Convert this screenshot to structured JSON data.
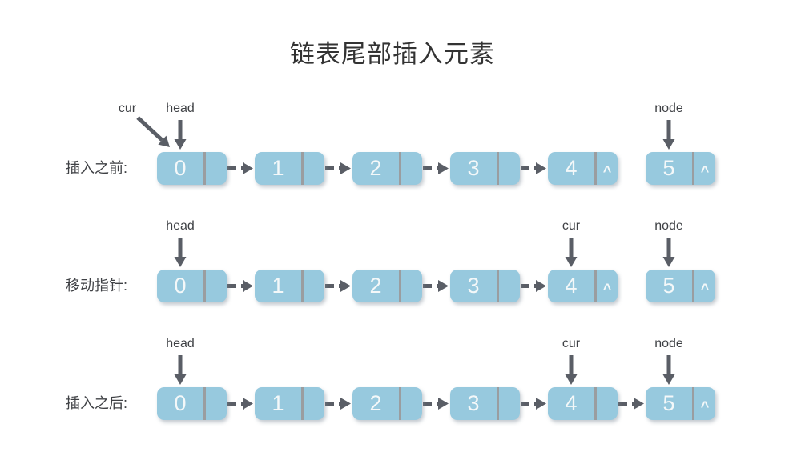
{
  "title": "链表尾部插入元素",
  "null_symbol": "^",
  "colors": {
    "node_fill": "#97c9de",
    "node_text": "#f4f8f9",
    "divider": "#9a9da0",
    "arrow": "#5a5e66",
    "label_text": "#3f4145",
    "title_text": "#333333"
  },
  "rows": [
    {
      "label": "插入之前:",
      "nodes": [
        {
          "value": "0",
          "pointer": "arrow"
        },
        {
          "value": "1",
          "pointer": "arrow"
        },
        {
          "value": "2",
          "pointer": "arrow"
        },
        {
          "value": "3",
          "pointer": "arrow"
        },
        {
          "value": "4",
          "pointer": "null"
        },
        {
          "value": "5",
          "pointer": "null"
        }
      ],
      "annotations": [
        {
          "text": "cur",
          "target": 0,
          "style": "diagonal"
        },
        {
          "text": "head",
          "target": 0,
          "style": "vertical"
        },
        {
          "text": "node",
          "target": 5,
          "style": "vertical"
        }
      ]
    },
    {
      "label": "移动指针:",
      "nodes": [
        {
          "value": "0",
          "pointer": "arrow"
        },
        {
          "value": "1",
          "pointer": "arrow"
        },
        {
          "value": "2",
          "pointer": "arrow"
        },
        {
          "value": "3",
          "pointer": "arrow"
        },
        {
          "value": "4",
          "pointer": "null"
        },
        {
          "value": "5",
          "pointer": "null"
        }
      ],
      "annotations": [
        {
          "text": "head",
          "target": 0,
          "style": "vertical"
        },
        {
          "text": "cur",
          "target": 4,
          "style": "vertical"
        },
        {
          "text": "node",
          "target": 5,
          "style": "vertical"
        }
      ]
    },
    {
      "label": "插入之后:",
      "nodes": [
        {
          "value": "0",
          "pointer": "arrow"
        },
        {
          "value": "1",
          "pointer": "arrow"
        },
        {
          "value": "2",
          "pointer": "arrow"
        },
        {
          "value": "3",
          "pointer": "arrow"
        },
        {
          "value": "4",
          "pointer": "arrow"
        },
        {
          "value": "5",
          "pointer": "null"
        }
      ],
      "annotations": [
        {
          "text": "head",
          "target": 0,
          "style": "vertical"
        },
        {
          "text": "cur",
          "target": 4,
          "style": "vertical"
        },
        {
          "text": "node",
          "target": 5,
          "style": "vertical"
        }
      ]
    }
  ]
}
